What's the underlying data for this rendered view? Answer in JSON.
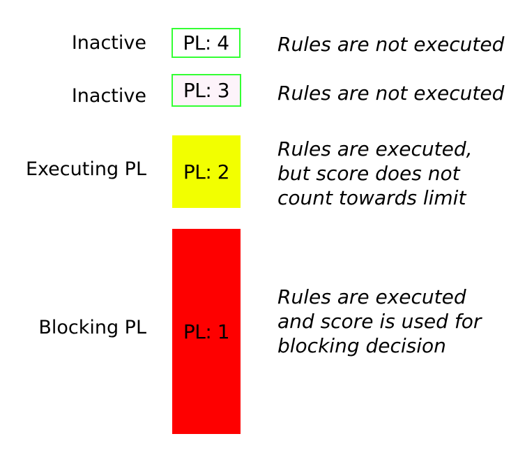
{
  "diagram": {
    "rows": [
      {
        "label": "Inactive",
        "box_text": "PL: 4",
        "description": "Rules are not executed"
      },
      {
        "label": "Inactive",
        "box_text": "PL: 3",
        "description": "Rules are not executed"
      },
      {
        "label": "Executing PL",
        "box_text": "PL: 2",
        "description": "Rules are executed,\nbut score does not\ncount towards limit"
      },
      {
        "label": "Blocking PL",
        "box_text": "PL: 1",
        "description": "Rules are executed\nand score is used for\nblocking decision"
      }
    ],
    "colors": {
      "background": "#ffffff",
      "green_border": "#33ff33",
      "pl4_fill": "#ffffff",
      "pl3_fill": "#fdf3fa",
      "pl2_fill": "#f2ff00",
      "pl1_fill": "#fe0000",
      "text": "#000000"
    }
  }
}
